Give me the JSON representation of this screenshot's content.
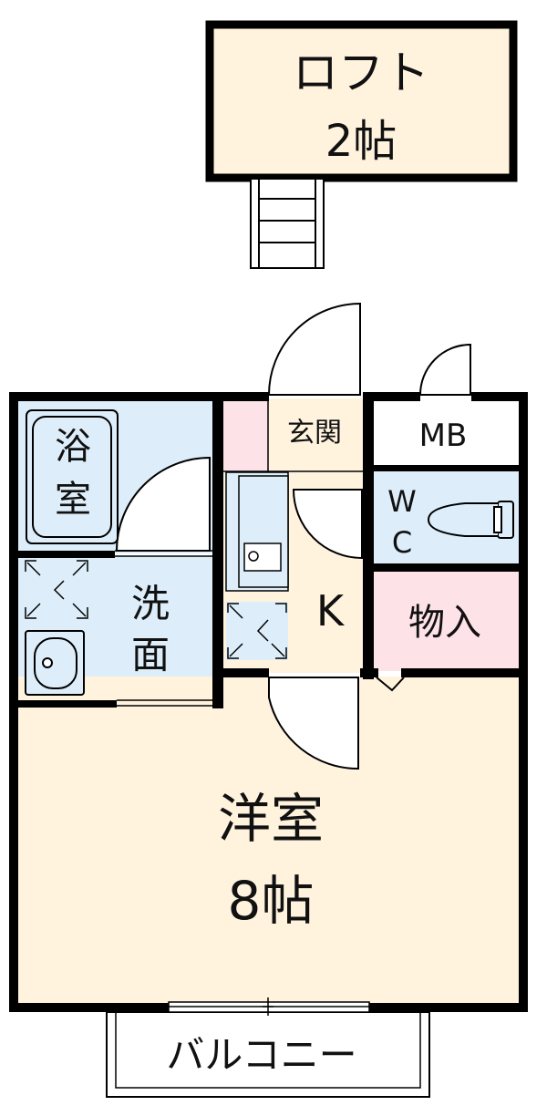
{
  "rooms": {
    "loft": {
      "name": "ロフト",
      "size": "2帖"
    },
    "western": {
      "name": "洋室",
      "size": "8帖"
    },
    "bath": {
      "chars": [
        "浴",
        "室"
      ]
    },
    "washroom": {
      "chars": [
        "洗",
        "面"
      ]
    },
    "entrance": {
      "name": "玄関"
    },
    "mb": {
      "name": "MB"
    },
    "wc": {
      "chars": [
        "W",
        "C"
      ]
    },
    "storage": {
      "name": "物入"
    },
    "kitchen": {
      "name": "K"
    },
    "balcony": {
      "name": "バルコニー"
    }
  },
  "colors": {
    "wall": "#000000",
    "wood_floor": "#fff3de",
    "tile_blue": "#ddeefa",
    "pink": "#fde2e8",
    "white": "#ffffff"
  }
}
